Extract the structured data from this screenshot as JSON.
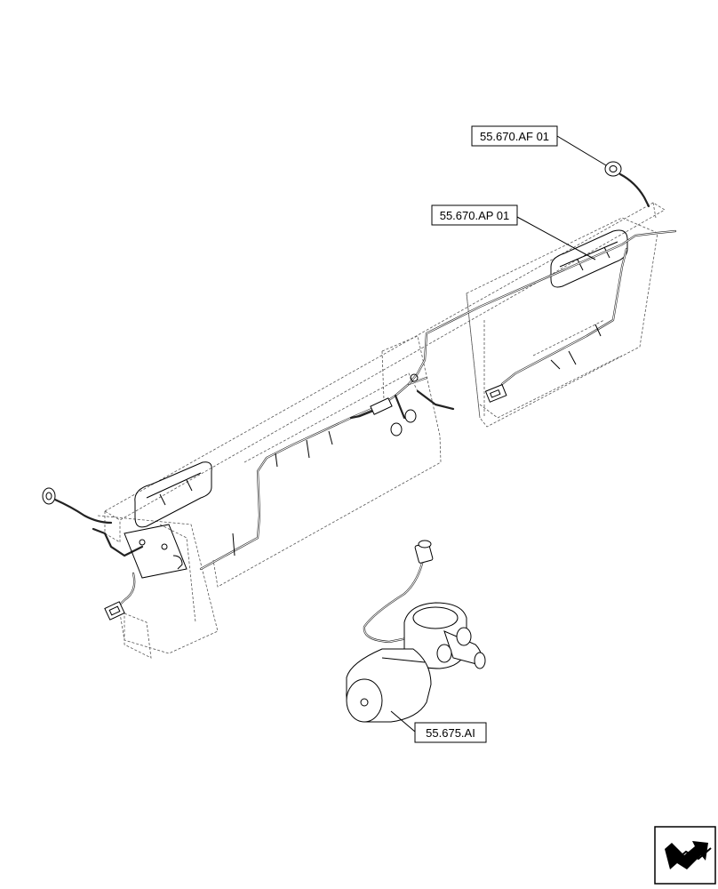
{
  "callouts": [
    {
      "id": "af",
      "label": "55.670.AF 01"
    },
    {
      "id": "ap",
      "label": "55.670.AP 01"
    },
    {
      "id": "ai",
      "label": "55.675.AI"
    }
  ],
  "icons": {
    "nav": "next-page-arrow-icon"
  }
}
